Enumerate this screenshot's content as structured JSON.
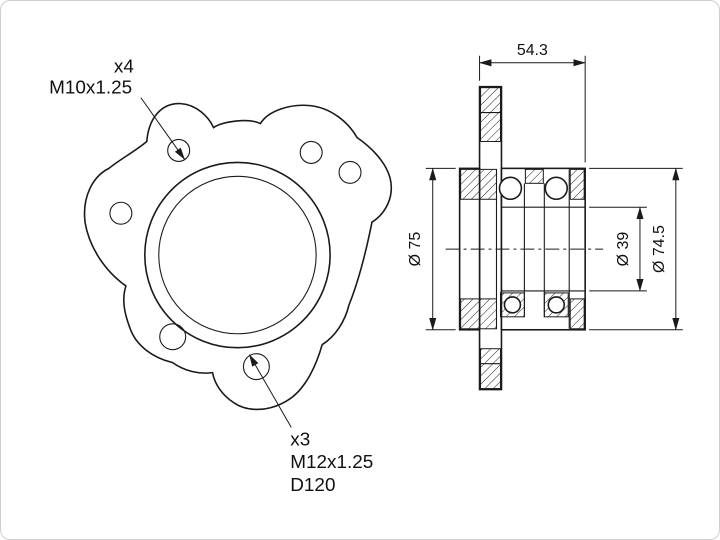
{
  "front_view": {
    "top_callout": {
      "count": "x4",
      "thread": "M10x1.25"
    },
    "bottom_callout": {
      "count": "x3",
      "thread": "M12x1.25",
      "bolt_circle": "D120"
    }
  },
  "section_view": {
    "dim_width": "54.3",
    "dim_left_diameter": "Ø 75",
    "dim_bore_diameter": "Ø 39",
    "dim_right_diameter": "Ø 74.5"
  }
}
